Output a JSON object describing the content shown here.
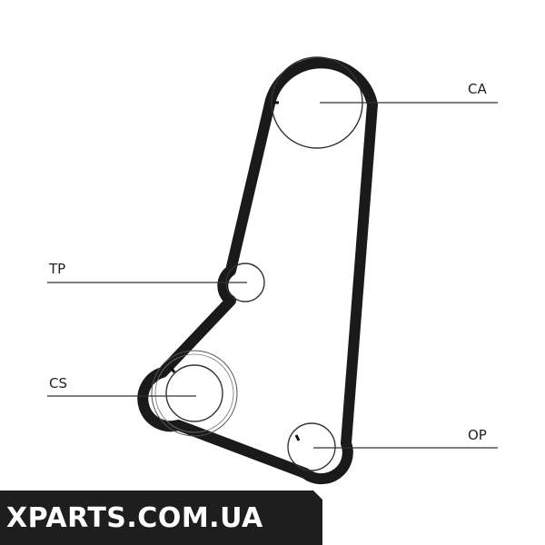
{
  "labels": {
    "ca": "CA",
    "tp": "TP",
    "cs": "CS",
    "op": "OP"
  },
  "watermark": "XPARTS.COM.UA",
  "colors": {
    "belt": "#1a1a1a",
    "line": "#333333",
    "background": "#ffffff",
    "watermark_bg": "#1e1e1e",
    "watermark_text": "#ffffff"
  }
}
